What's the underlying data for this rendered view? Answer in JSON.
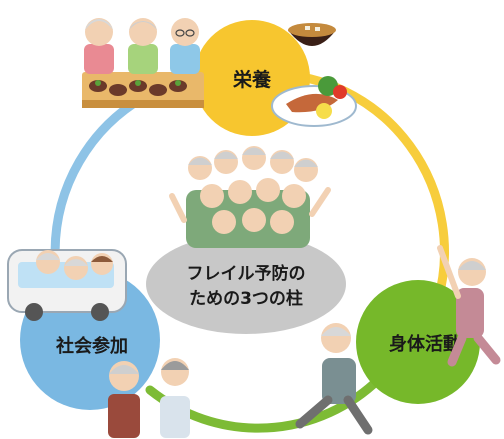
{
  "center": {
    "line1": "フレイル予防の",
    "line2": "ための3つの柱"
  },
  "pillars": {
    "nutrition": "栄養",
    "exercise": "身体活動",
    "social": "社会参加"
  },
  "colors": {
    "nutrition": "#f7c62f",
    "exercise": "#76b82a",
    "social": "#7ab8e2",
    "center": "#c8c8c8",
    "arc_top_left": "#8ec3e6",
    "arc_right": "#f7cd3c",
    "arc_bottom": "#7dbb35"
  },
  "icons": {
    "top": "elderly-people-eating-illustration",
    "food": "miso-soup-and-grilled-fish-illustration",
    "center": "cheering-elderly-group-illustration",
    "exercise": "elderly-stretching-illustration",
    "social": "elderly-in-bus-illustration",
    "social_bottom": "elderly-chatting-illustration"
  }
}
